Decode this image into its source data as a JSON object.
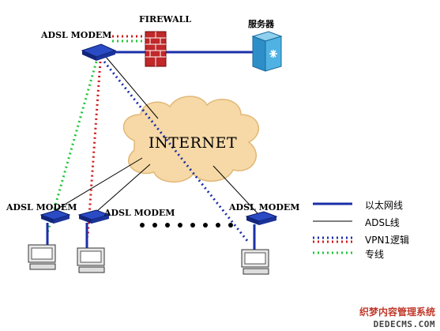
{
  "labels": {
    "modem_top": "ADSL MODEM",
    "firewall": "FIREWALL",
    "server": "服务器",
    "internet": "INTERNET",
    "modem_left": "ADSL MODEM",
    "modem_mid": "ADSL MODEM",
    "modem_right": "ADSL MODEM"
  },
  "legend": [
    {
      "label": "以太网线",
      "style": "ethernet",
      "color": "#1b2fa8"
    },
    {
      "label": "ADSL线",
      "style": "adsl",
      "color": "#000000"
    },
    {
      "label": "VPN1逻辑",
      "style": "vpn",
      "color": "#1b2fa8"
    },
    {
      "label": "专线",
      "style": "leased",
      "color": "#22c43a"
    }
  ],
  "colors": {
    "ethernet": "#1b2fa8",
    "vpn_blue": "#1b2fa8",
    "vpn_red": "#d01818",
    "leased_green": "#22c43a",
    "cloud": "#f6d9a6"
  },
  "watermark": {
    "line1": "织梦内容管理系统",
    "line2": "DEDECMS.COM"
  }
}
